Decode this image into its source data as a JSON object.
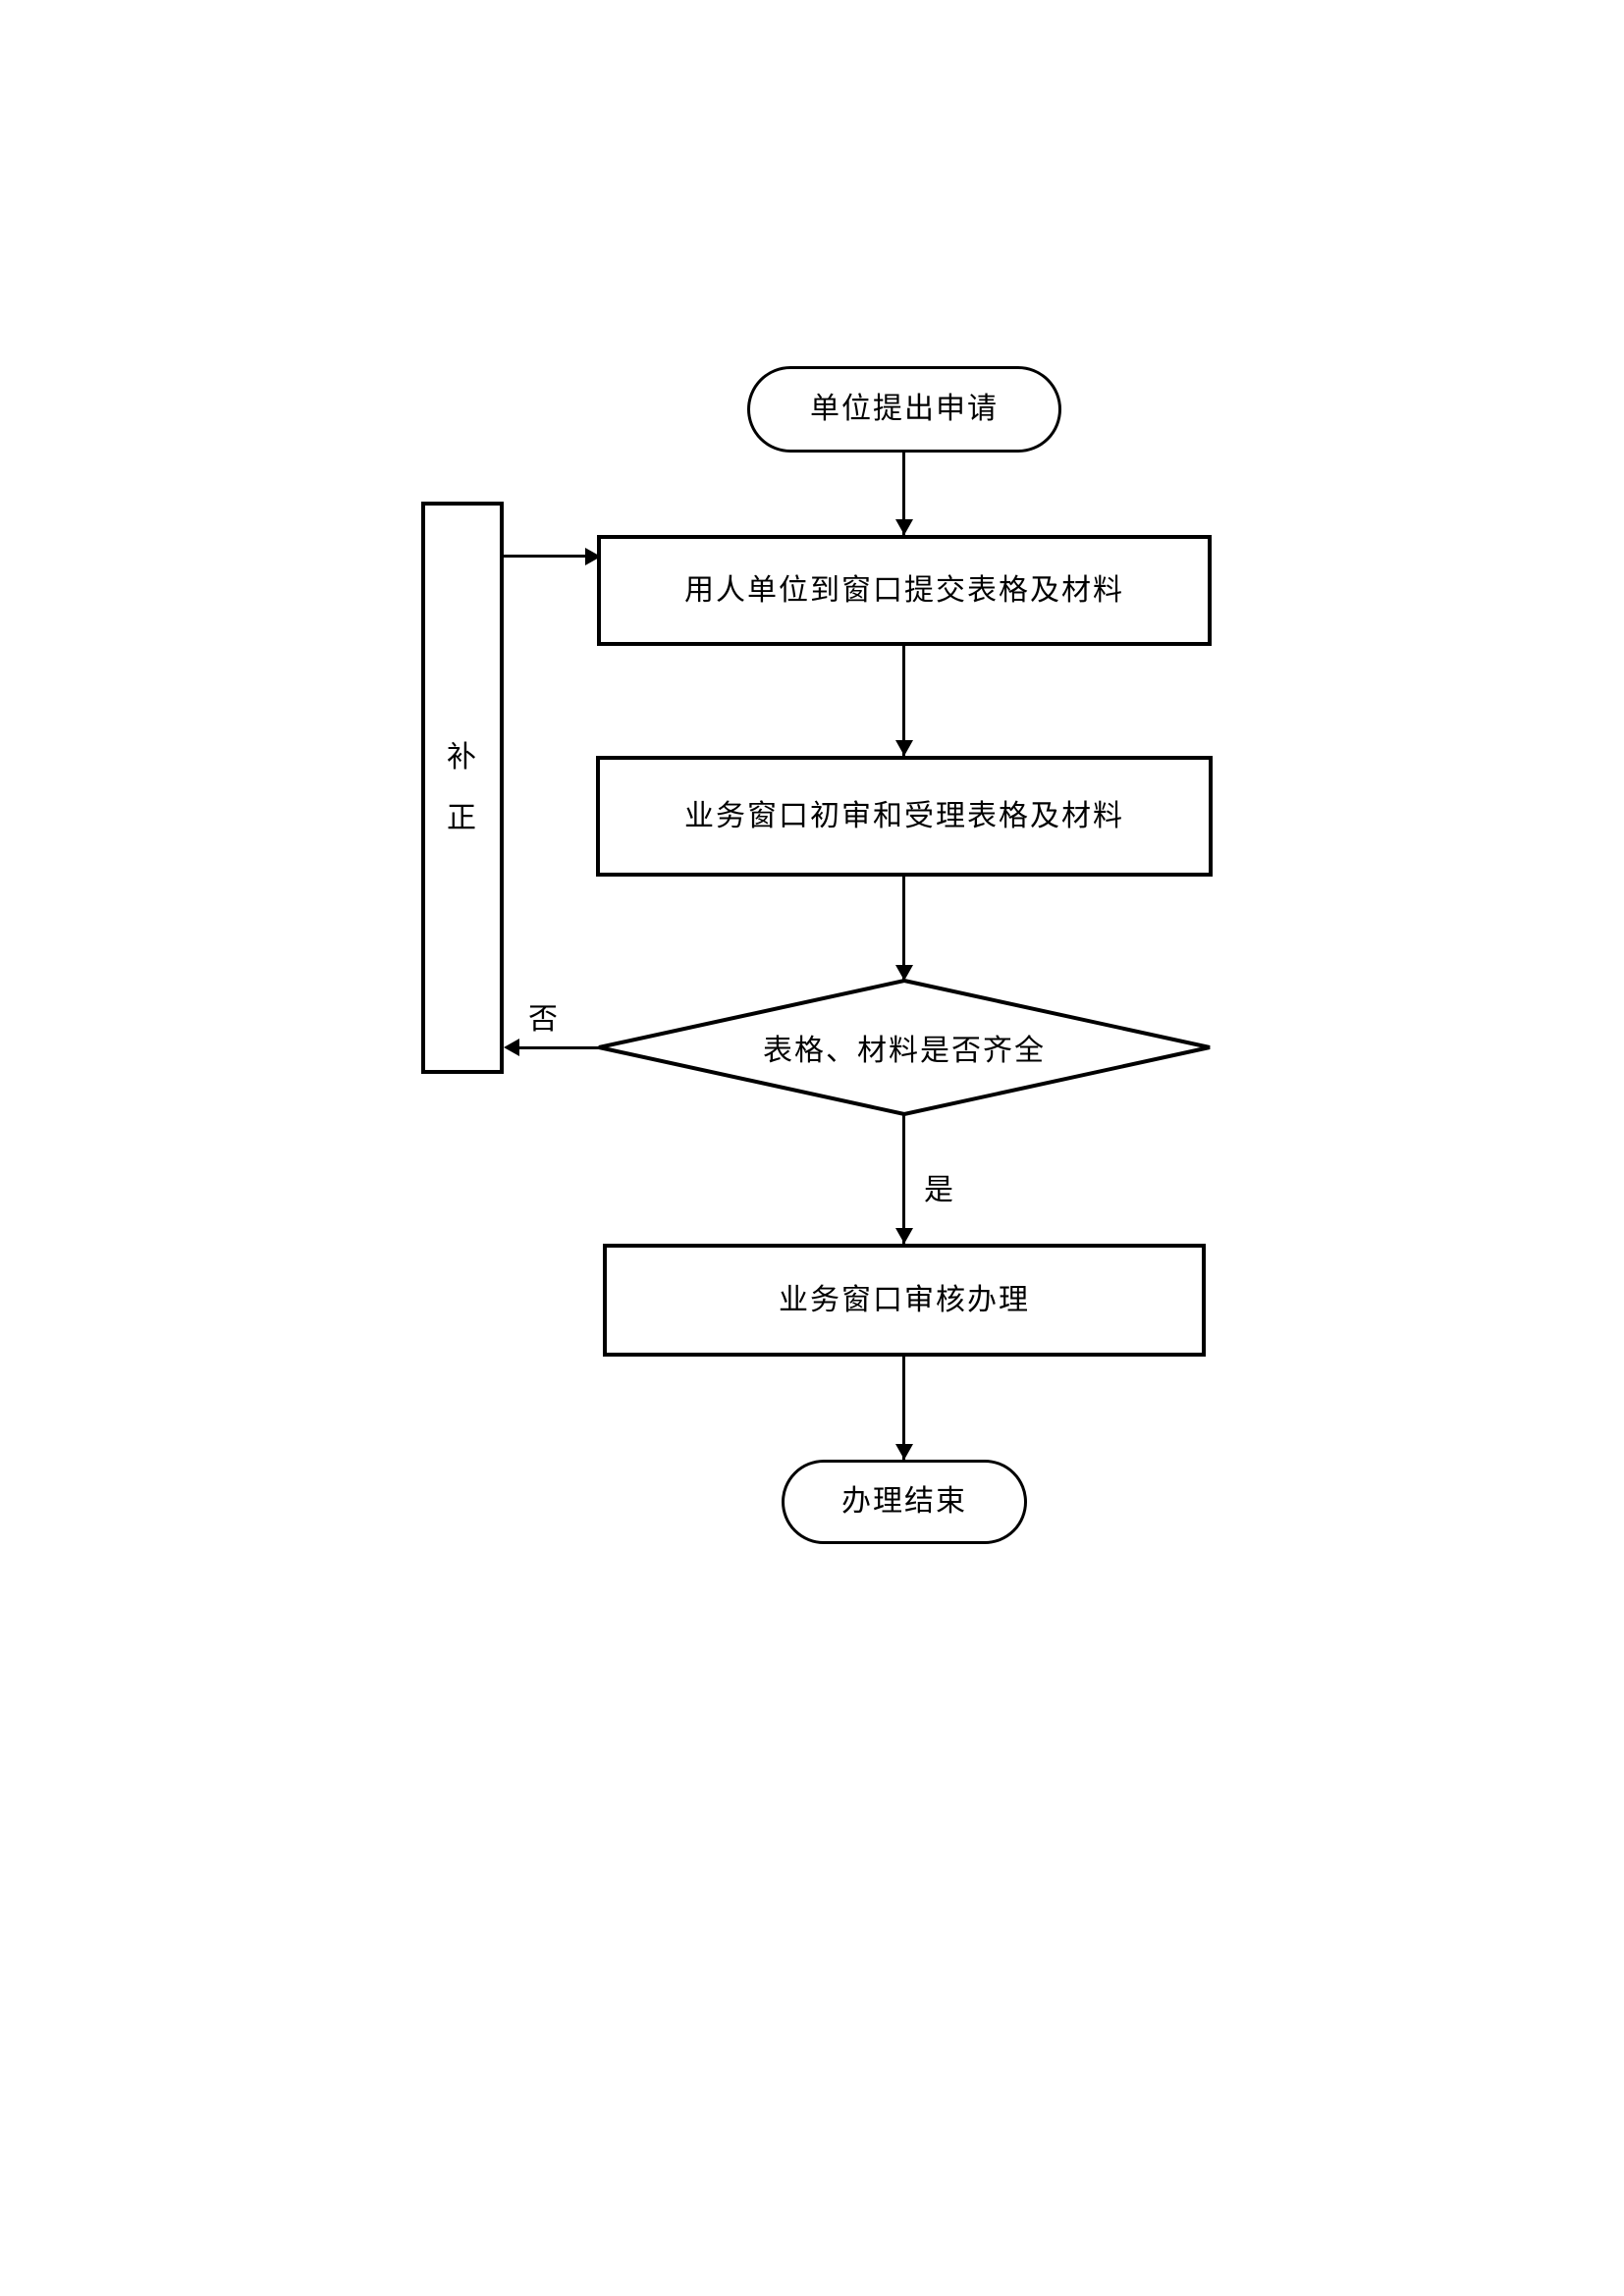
{
  "flowchart": {
    "colors": {
      "stroke": "#000000",
      "fill": "#ffffff",
      "background": "#ffffff"
    },
    "nodes": [
      {
        "id": "start",
        "type": "terminator",
        "label": "单位提出申请"
      },
      {
        "id": "submit",
        "type": "process",
        "label": "用人单位到窗口提交表格及材料"
      },
      {
        "id": "initial-review",
        "type": "process",
        "label": "业务窗口初审和受理表格及材料"
      },
      {
        "id": "decision",
        "type": "decision",
        "label": "表格、材料是否齐全"
      },
      {
        "id": "handle",
        "type": "process",
        "label": "业务窗口审核办理"
      },
      {
        "id": "end",
        "type": "terminator",
        "label": "办理结束"
      },
      {
        "id": "correction",
        "type": "process",
        "label": "补正",
        "chars": [
          "补",
          "正"
        ]
      }
    ],
    "edges": [
      {
        "from": "start",
        "to": "submit",
        "label": ""
      },
      {
        "from": "submit",
        "to": "initial-review",
        "label": ""
      },
      {
        "from": "initial-review",
        "to": "decision",
        "label": ""
      },
      {
        "from": "decision",
        "to": "handle",
        "label": "是"
      },
      {
        "from": "decision",
        "to": "correction",
        "label": "否"
      },
      {
        "from": "correction",
        "to": "submit",
        "label": ""
      },
      {
        "from": "handle",
        "to": "end",
        "label": ""
      }
    ]
  }
}
